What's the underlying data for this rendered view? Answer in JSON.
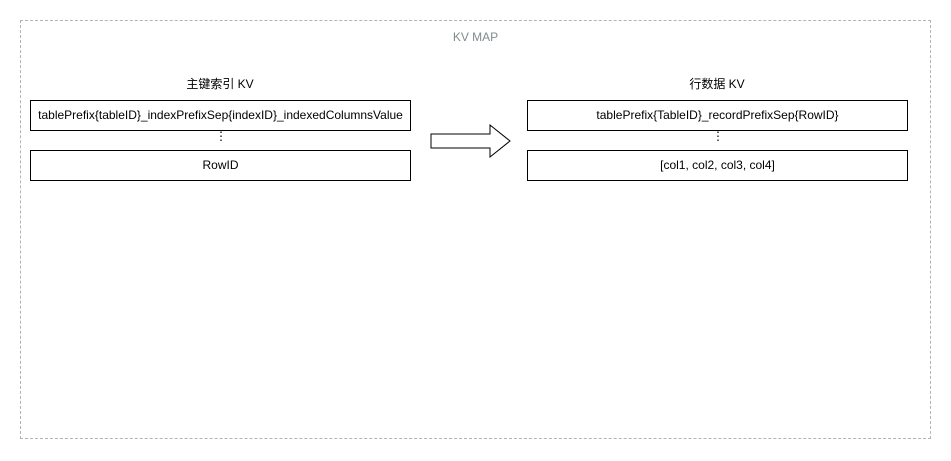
{
  "frame": {
    "title": "KV MAP"
  },
  "primary_index": {
    "title": "主键索引 KV",
    "key_box": "tablePrefix{tableID}_indexPrefixSep{indexID}_indexedColumnsValue",
    "ellipsis": "⋮",
    "value_box": "RowID"
  },
  "row_data": {
    "title": "行数据 KV",
    "key_box": "tablePrefix{TableID}_recordPrefixSep{RowID}",
    "ellipsis": "⋮",
    "value_box": "[col1, col2, col3, col4]"
  },
  "colors": {
    "frame_border": "#b3b3b3",
    "frame_title": "#7f8c8d",
    "box_border": "#000000"
  },
  "icons": {
    "arrow": "right-arrow-icon"
  }
}
